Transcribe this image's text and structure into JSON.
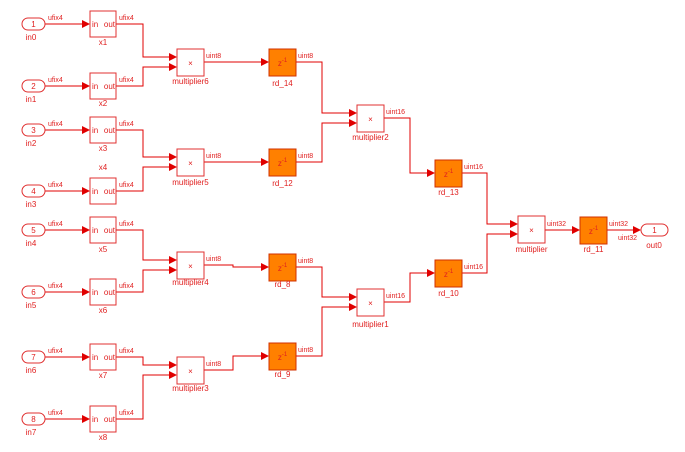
{
  "colors": {
    "wire": "#e00000",
    "delay_fill": "#ff8000",
    "text": "#e02020"
  },
  "inports": [
    {
      "number": "1",
      "name": "in0",
      "signal": "ufix4"
    },
    {
      "number": "2",
      "name": "in1",
      "signal": "ufix4"
    },
    {
      "number": "3",
      "name": "in2",
      "signal": "ufix4"
    },
    {
      "number": "4",
      "name": "in3",
      "signal": "ufix4"
    },
    {
      "number": "5",
      "name": "in4",
      "signal": "ufix4"
    },
    {
      "number": "6",
      "name": "in5",
      "signal": "ufix4"
    },
    {
      "number": "7",
      "name": "in6",
      "signal": "ufix4"
    },
    {
      "number": "8",
      "name": "in7",
      "signal": "ufix4"
    }
  ],
  "subsystems": [
    {
      "name": "x1",
      "in": "in",
      "out": "out",
      "signal": "ufix4"
    },
    {
      "name": "x2",
      "in": "in",
      "out": "out",
      "signal": "ufix4"
    },
    {
      "name": "x3",
      "in": "in",
      "out": "out",
      "signal": "ufix4"
    },
    {
      "name": "x4",
      "in": "in",
      "out": "out",
      "signal": "ufix4"
    },
    {
      "name": "x5",
      "in": "in",
      "out": "out",
      "signal": "ufix4"
    },
    {
      "name": "x6",
      "in": "in",
      "out": "out",
      "signal": "ufix4"
    },
    {
      "name": "x7",
      "in": "in",
      "out": "out",
      "signal": "ufix4"
    },
    {
      "name": "x8",
      "in": "in",
      "out": "out",
      "signal": "ufix4"
    }
  ],
  "multipliers": [
    {
      "name": "multiplier6",
      "symbol": "×",
      "signal": "uint8"
    },
    {
      "name": "multiplier5",
      "symbol": "×",
      "signal": "uint8"
    },
    {
      "name": "multiplier4",
      "symbol": "×",
      "signal": "uint8"
    },
    {
      "name": "multiplier3",
      "symbol": "×",
      "signal": "uint8"
    },
    {
      "name": "multiplier2",
      "symbol": "×",
      "signal": "uint16"
    },
    {
      "name": "multiplier1",
      "symbol": "×",
      "signal": "uint16"
    },
    {
      "name": "multiplier",
      "symbol": "×",
      "signal": "uint32"
    }
  ],
  "delays": [
    {
      "name": "rd_14",
      "symbol": "z",
      "exp": "-1",
      "signal": "uint8"
    },
    {
      "name": "rd_12",
      "symbol": "z",
      "exp": "-1",
      "signal": "uint8"
    },
    {
      "name": "rd_8",
      "symbol": "z",
      "exp": "-1",
      "signal": "uint8"
    },
    {
      "name": "rd_9",
      "symbol": "z",
      "exp": "-1",
      "signal": "uint8"
    },
    {
      "name": "rd_13",
      "symbol": "z",
      "exp": "-1",
      "signal": "uint16"
    },
    {
      "name": "rd_10",
      "symbol": "z",
      "exp": "-1",
      "signal": "uint16"
    },
    {
      "name": "rd_11",
      "symbol": "z",
      "exp": "-1",
      "signal": "uint32"
    }
  ],
  "outport": {
    "number": "1",
    "name": "out0",
    "signal": "uint32"
  }
}
